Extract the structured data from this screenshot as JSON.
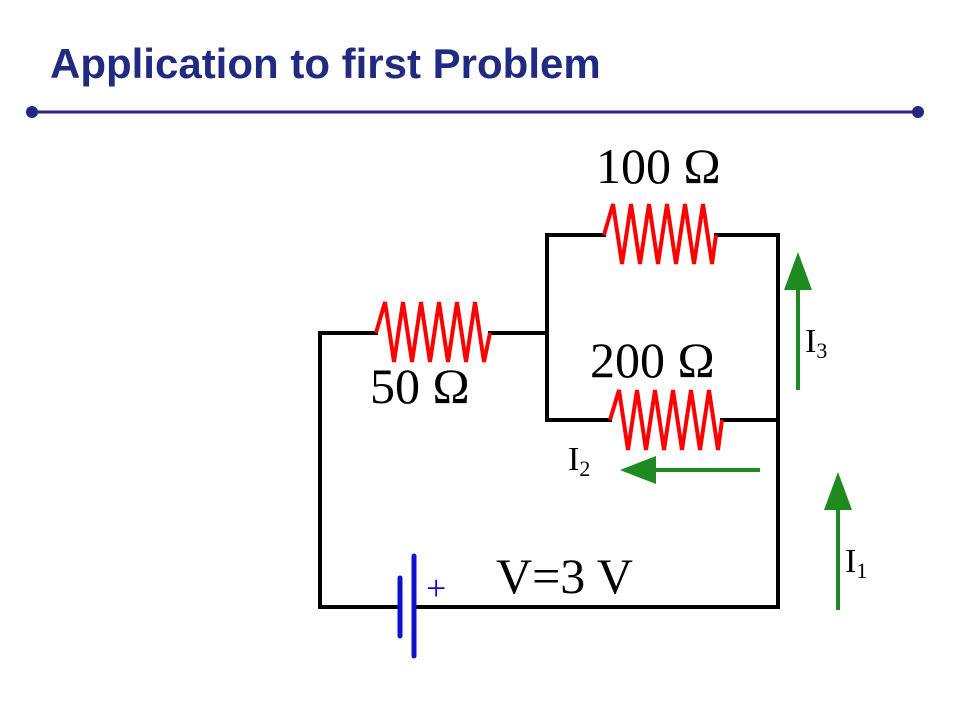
{
  "slide": {
    "title": "Application to first Problem"
  },
  "colors": {
    "title": "#1f2a80",
    "rule": "#1f2a80",
    "wire": "#000000",
    "resistor": "#ff0000",
    "battery": "#1010cc",
    "arrow": "#1f8a1f"
  },
  "circuit": {
    "resistors": [
      {
        "name": "resistor-50",
        "label": "50 Ω"
      },
      {
        "name": "resistor-100",
        "label": "100 Ω"
      },
      {
        "name": "resistor-200",
        "label": "200 Ω"
      }
    ],
    "battery": {
      "voltage_label": "V=3 V",
      "polarity_label": "+"
    },
    "currents": [
      {
        "name": "I1",
        "letter": "I",
        "sub": "1"
      },
      {
        "name": "I2",
        "letter": "I",
        "sub": "2"
      },
      {
        "name": "I3",
        "letter": "I",
        "sub": "3"
      }
    ]
  }
}
